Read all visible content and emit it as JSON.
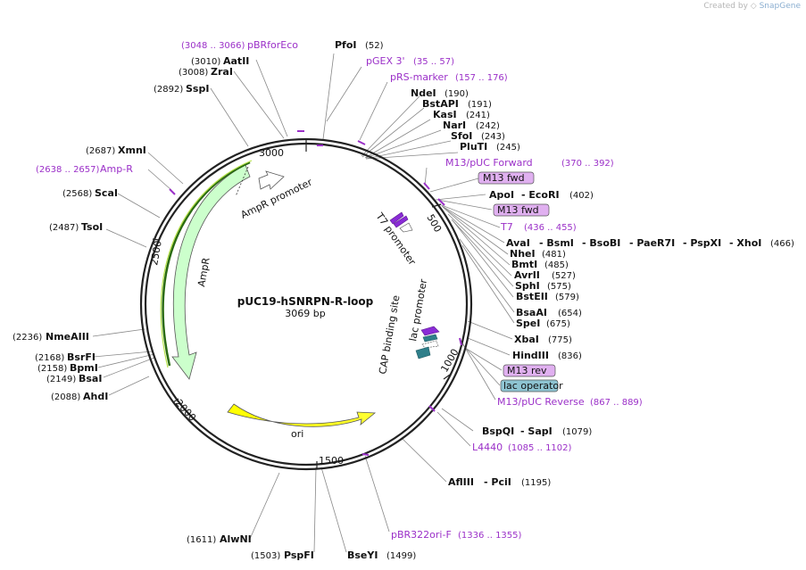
{
  "credit": {
    "prefix": "Created by",
    "brand": "SnapGene",
    "icon": "snapgene-logo-icon"
  },
  "plasmid": {
    "name": "pUC19-hSNRPN-R-loop",
    "length_label": "3069 bp"
  },
  "ticks": [
    "3000",
    "500",
    "1000",
    "1500",
    "2000",
    "2500"
  ],
  "enzymes": [
    {
      "id": "pfoi",
      "name": "PfoI",
      "pos": "(52)"
    },
    {
      "id": "ndei",
      "name": "NdeI",
      "pos": "(190)"
    },
    {
      "id": "bstapi",
      "name": "BstAPI",
      "pos": "(191)"
    },
    {
      "id": "kasi",
      "name": "KasI",
      "pos": "(241)"
    },
    {
      "id": "nari",
      "name": "NarI",
      "pos": "(242)"
    },
    {
      "id": "sfoi",
      "name": "SfoI",
      "pos": "(243)"
    },
    {
      "id": "pluti",
      "name": "PluTI",
      "pos": "(245)"
    },
    {
      "id": "apoi",
      "name": "ApoI",
      "pos": ""
    },
    {
      "id": "ecori",
      "name": "- EcoRI",
      "pos": "(402)"
    },
    {
      "id": "avai",
      "name": "AvaI",
      "pos": ""
    },
    {
      "id": "bsmi",
      "name": "- BsmI",
      "pos": ""
    },
    {
      "id": "bsobi",
      "name": "- BsoBI",
      "pos": ""
    },
    {
      "id": "paer7i",
      "name": "- PaeR7I",
      "pos": ""
    },
    {
      "id": "pspxi",
      "name": "- PspXI",
      "pos": ""
    },
    {
      "id": "xhoi",
      "name": "- XhoI",
      "pos": "(466)"
    },
    {
      "id": "nhei",
      "name": "NheI",
      "pos": "(481)"
    },
    {
      "id": "bmti",
      "name": "BmtI",
      "pos": "(485)"
    },
    {
      "id": "avrii",
      "name": "AvrII",
      "pos": "(527)"
    },
    {
      "id": "sphi",
      "name": "SphI",
      "pos": "(575)"
    },
    {
      "id": "bsteii",
      "name": "BstEII",
      "pos": "(579)"
    },
    {
      "id": "bsaai",
      "name": "BsaAI",
      "pos": "(654)"
    },
    {
      "id": "spei",
      "name": "SpeI",
      "pos": "(675)"
    },
    {
      "id": "xbai",
      "name": "XbaI",
      "pos": "(775)"
    },
    {
      "id": "hindiii",
      "name": "HindIII",
      "pos": "(836)"
    },
    {
      "id": "bspqi",
      "name": "BspQI",
      "pos": ""
    },
    {
      "id": "sapi",
      "name": "- SapI",
      "pos": "(1079)"
    },
    {
      "id": "afliii",
      "name": "AflIII",
      "pos": ""
    },
    {
      "id": "pcii",
      "name": "- PciI",
      "pos": "(1195)"
    },
    {
      "id": "bseyi",
      "name": "BseYI",
      "pos": "(1499)"
    },
    {
      "id": "pspfi",
      "name": "PspFI",
      "pos": "(1503)"
    },
    {
      "id": "alwni",
      "name": "AlwNI",
      "pos": "(1611)"
    },
    {
      "id": "ahdi",
      "name": "AhdI",
      "pos": "(2088)"
    },
    {
      "id": "bsai",
      "name": "BsaI",
      "pos": "(2149)"
    },
    {
      "id": "bpmi",
      "name": "BpmI",
      "pos": "(2158)"
    },
    {
      "id": "bsrfi",
      "name": "BsrFI",
      "pos": "(2168)"
    },
    {
      "id": "nmeaiii",
      "name": "NmeAIII",
      "pos": "(2236)"
    },
    {
      "id": "tsoi",
      "name": "TsoI",
      "pos": "(2487)"
    },
    {
      "id": "scai",
      "name": "ScaI",
      "pos": "(2568)"
    },
    {
      "id": "xmni",
      "name": "XmnI",
      "pos": "(2687)"
    },
    {
      "id": "sspi",
      "name": "SspI",
      "pos": "(2892)"
    },
    {
      "id": "zrai",
      "name": "ZraI",
      "pos": "(3008)"
    },
    {
      "id": "aatii",
      "name": "AatII",
      "pos": "(3010)"
    }
  ],
  "primers": [
    {
      "id": "pbrforeco",
      "name": "pBRforEco",
      "pos": "(3048 .. 3066)"
    },
    {
      "id": "pgex3",
      "name": "pGEX 3'",
      "pos": "(35 .. 57)"
    },
    {
      "id": "prsmarker",
      "name": "pRS-marker",
      "pos": "(157 .. 176)"
    },
    {
      "id": "m13puc",
      "name": "M13/pUC Forward",
      "pos": "(370 .. 392)"
    },
    {
      "id": "t7",
      "name": "T7",
      "pos": "(436 .. 455)"
    },
    {
      "id": "m13pucrev",
      "name": "M13/pUC Reverse",
      "pos": "(867 .. 889)"
    },
    {
      "id": "l4440",
      "name": "L4440",
      "pos": "(1085 .. 1102)"
    },
    {
      "id": "pbr322",
      "name": "pBR322ori-F",
      "pos": "(1336 .. 1355)"
    },
    {
      "id": "ampr",
      "name": "Amp-R",
      "pos": "(2638 .. 2657)"
    }
  ],
  "boxes": [
    {
      "id": "m13fwd1",
      "label": "M13 fwd",
      "color": "#e0b0f0"
    },
    {
      "id": "m13fwd2",
      "label": "M13 fwd",
      "color": "#e0b0f0"
    },
    {
      "id": "m13rev",
      "label": "M13 rev",
      "color": "#e0b0f0"
    },
    {
      "id": "lacop",
      "label": "lac operator",
      "color": "#8ec4d2"
    }
  ],
  "features": {
    "ampr": "AmpR",
    "ampr_promoter": "AmpR promoter",
    "ori": "ori",
    "t7_promoter": "T7 promoter",
    "lac_promoter": "lac promoter",
    "cap_site": "CAP binding site"
  },
  "colors": {
    "primer": "#9b30c8",
    "ampr_fill": "#ccffcc",
    "ori_fill": "#ffff00",
    "feature_purple": "#8a2bd6",
    "feature_teal": "#2f7f8a",
    "backbone": "#222222"
  }
}
